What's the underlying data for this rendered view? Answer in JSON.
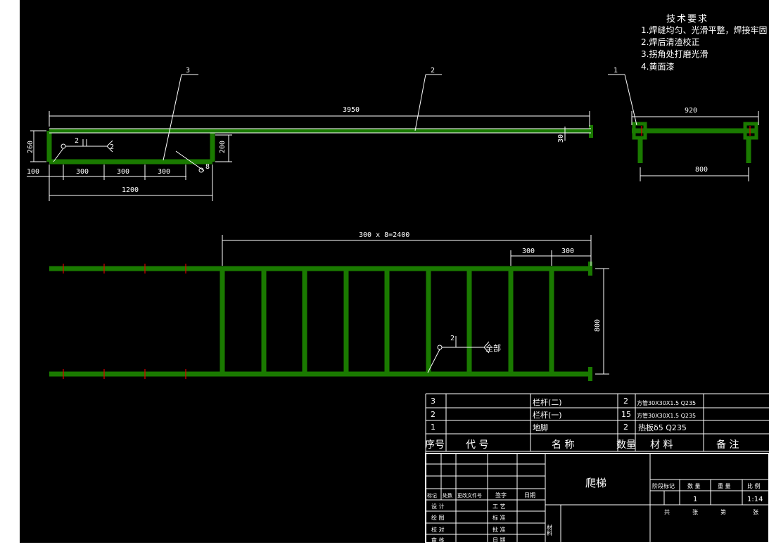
{
  "tech_requirements": {
    "title": "技术要求",
    "items": [
      "1.焊缝均匀、光滑平整，焊接牢固",
      "2.焊后清渣校正",
      "3.拐角处打磨光滑",
      "4.黄面漆"
    ]
  },
  "dimensions": {
    "top_length": "3950",
    "height_260": "260",
    "height_200": "200",
    "dim_30": "30",
    "seg_100": "100",
    "seg_300a": "300",
    "seg_300b": "300",
    "seg_300c": "300",
    "total_1200": "1200",
    "side_920": "920",
    "side_800": "800",
    "rung_spacing": "300 x 8=2400",
    "rung_300a": "300",
    "rung_300b": "300",
    "ladder_width": "800"
  },
  "callouts": {
    "part1": "1",
    "part2": "2",
    "part3": "3"
  },
  "weld_symbols": {
    "top_num": "2",
    "top_side": "2",
    "bottom_num": "2",
    "bottom_note": "全部",
    "dia_mark": "8"
  },
  "bom": {
    "rows": [
      {
        "no": "3",
        "code": "",
        "name": "栏杆(二)",
        "qty": "2",
        "material": "方管30X30X1.5 Q235",
        "note": ""
      },
      {
        "no": "2",
        "code": "",
        "name": "栏杆(一)",
        "qty": "15",
        "material": "方管30X30X1.5 Q235",
        "note": ""
      },
      {
        "no": "1",
        "code": "",
        "name": "地脚",
        "qty": "2",
        "material": "热板δ5 Q235",
        "note": ""
      }
    ],
    "headers": {
      "no": "序号",
      "code": "代 号",
      "name": "名 称",
      "qty": "数量",
      "material": "材 料",
      "note": "备 注"
    }
  },
  "title_block": {
    "drawing_title": "爬梯",
    "labels": {
      "mark": "标记",
      "count": "处数",
      "change_doc": "更改文件号",
      "sign": "签字",
      "date": "日期",
      "design": "设 计",
      "draw": "绘 图",
      "check": "校 对",
      "review": "审 核",
      "process": "工 艺",
      "standard": "标 准",
      "approve": "批 准",
      "date2": "日 期",
      "material_vert": "材料",
      "stage_mark": "阶段标记",
      "quantity": "数 量",
      "weight": "重 量",
      "scale": "比 例",
      "total": "共",
      "sheet": "张",
      "page": "第",
      "sheet2": "张"
    },
    "values": {
      "quantity": "1",
      "scale": "1:14"
    }
  }
}
